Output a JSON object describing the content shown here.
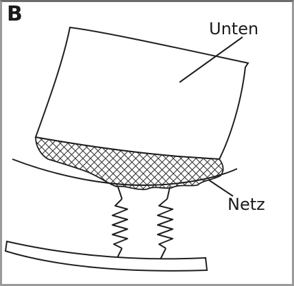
{
  "panel_label": "B",
  "labels": {
    "top": "Unten",
    "net": "Netz"
  },
  "colors": {
    "line": "#1e1e1e",
    "mesh": "#333333",
    "frame": "#9a9a9a"
  }
}
